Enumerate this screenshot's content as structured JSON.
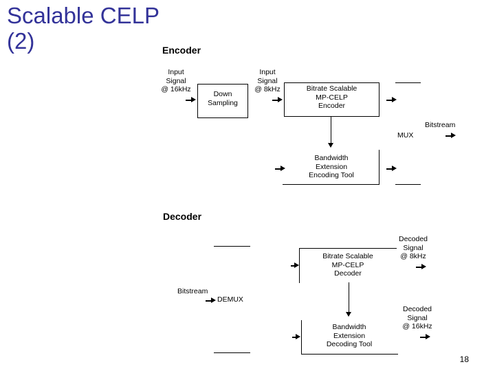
{
  "slide": {
    "title": "Scalable CELP (2)",
    "title_color": "#333399",
    "page_number": "18",
    "background": "#ffffff",
    "line_color": "#000000"
  },
  "encoder": {
    "heading": "Encoder",
    "input_16k": "Input\nSignal\n@ 16kHz",
    "input_16k_lines": [
      "Input",
      "Signal",
      "@ 16kHz"
    ],
    "down_sampling": "Down\nSampling",
    "down_sampling_lines": [
      "Down",
      "Sampling"
    ],
    "input_8k_lines": [
      "Input",
      "Signal",
      "@ 8kHz"
    ],
    "mp_celp_encoder_lines": [
      "Bitrate Scalable",
      "MP-CELP",
      "Encoder"
    ],
    "bw_ext_encoding_lines": [
      "Bandwidth",
      "Extension",
      "Encoding Tool"
    ],
    "mux": "MUX",
    "bitstream": "Bitstream"
  },
  "decoder": {
    "heading": "Decoder",
    "bitstream": "Bitstream",
    "demux": "DEMUX",
    "mp_celp_decoder_lines": [
      "Bitrate Scalable",
      "MP-CELP",
      "Decoder"
    ],
    "bw_ext_decoding_lines": [
      "Bandwidth",
      "Extension",
      "Decoding Tool"
    ],
    "decoded_8k_lines": [
      "Decoded",
      "Signal",
      "@ 8kHz"
    ],
    "decoded_16k_lines": [
      "Decoded",
      "Signal",
      "@ 16kHz"
    ]
  }
}
